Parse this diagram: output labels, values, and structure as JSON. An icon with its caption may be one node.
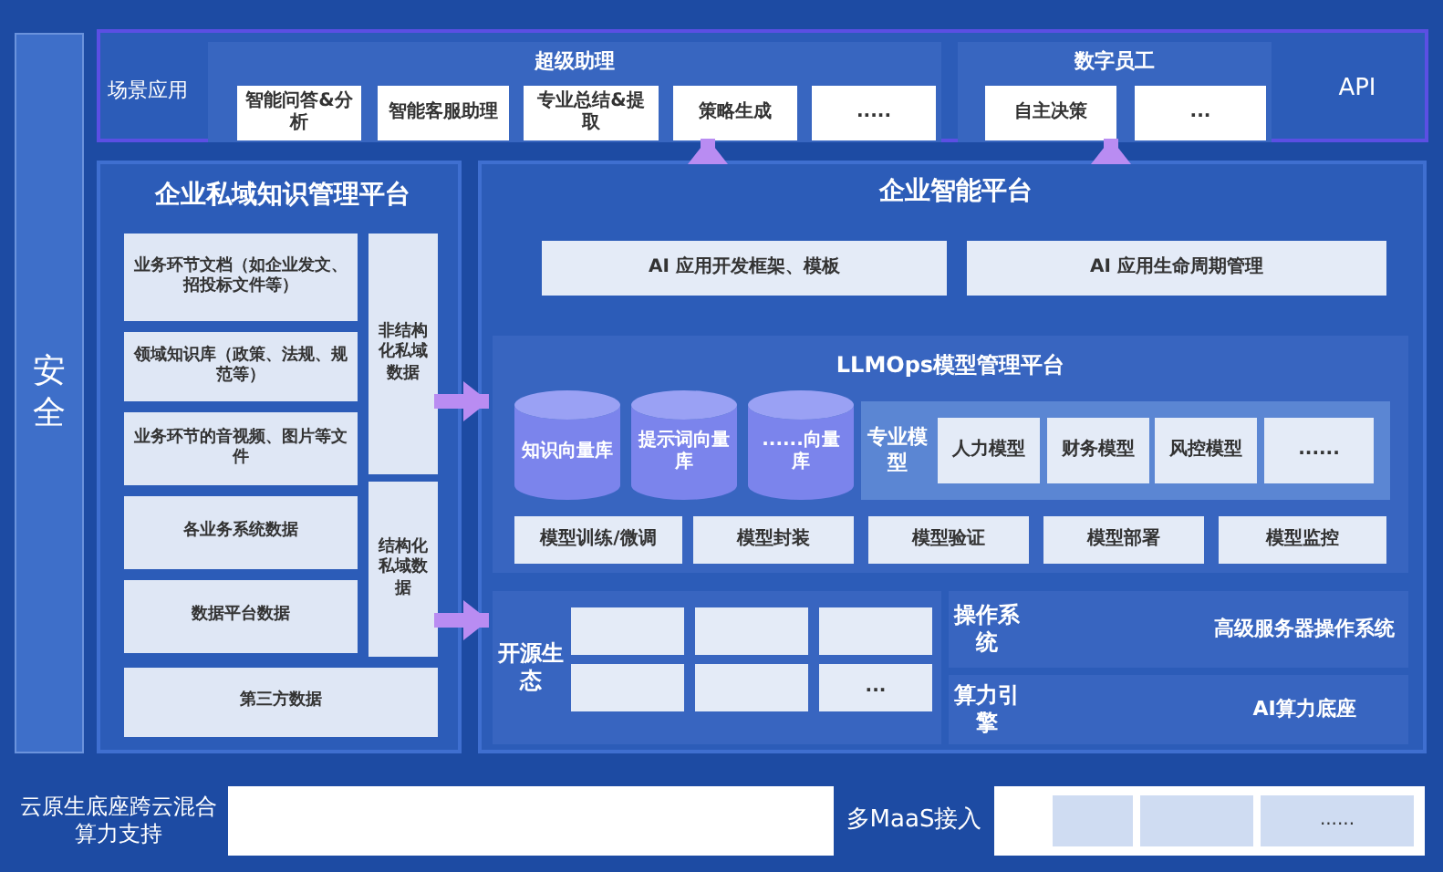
{
  "diagram": {
    "nodes": [
      {
        "text": [
          "安全"
        ]
      },
      {
        "text": [
          "场景应用",
          "API"
        ]
      },
      {
        "text": [
          "超级助理"
        ],
        "in": 1
      },
      {
        "text": [
          "智能问答&分析"
        ],
        "in": 2
      },
      {
        "text": [
          "智能客服助理"
        ],
        "in": 2
      },
      {
        "text": [
          "专业总结&提取"
        ],
        "in": 2
      },
      {
        "text": [
          "策略生成"
        ],
        "in": 2
      },
      {
        "text": [
          "....."
        ],
        "in": 2
      },
      {
        "text": [
          "数字员工"
        ],
        "in": 1
      },
      {
        "text": [
          "自主决策"
        ],
        "in": 8
      },
      {
        "text": [
          "..."
        ],
        "in": 8
      },
      {
        "text": [
          "企业私域知识管理平台"
        ]
      },
      {
        "text": [
          "业务环节文档（如企业发文、招投标文件等）"
        ],
        "in": 11
      },
      {
        "text": [
          "领域知识库（政策、法规、规范等）"
        ],
        "in": 11
      },
      {
        "text": [
          "业务环节的音视频、图片等文件"
        ],
        "in": 11
      },
      {
        "text": [
          "各业务系统数据"
        ],
        "in": 11
      },
      {
        "text": [
          "数据平台数据"
        ],
        "in": 11
      },
      {
        "text": [
          "第三方数据"
        ],
        "in": 11
      },
      {
        "text": [
          "非结构化私域数据"
        ],
        "in": 11
      },
      {
        "text": [
          "结构化私域数据"
        ],
        "in": 11
      },
      {
        "text": [
          "企业智能平台"
        ]
      },
      {
        "text": [
          "AI 应用开发框架、模板"
        ],
        "in": 20
      },
      {
        "text": [
          "AI 应用生命周期管理"
        ],
        "in": 20
      },
      {
        "text": [
          "LLMOps模型管理平台"
        ],
        "in": 20
      },
      {
        "text": [
          "知识向量库"
        ],
        "in": 23
      },
      {
        "text": [
          "提示词向量库"
        ],
        "in": 23
      },
      {
        "text": [
          "......向量库"
        ],
        "in": 23
      },
      {
        "text": [
          "专业模型"
        ],
        "in": 23
      },
      {
        "text": [
          "人力模型"
        ],
        "in": 27
      },
      {
        "text": [
          "财务模型"
        ],
        "in": 27
      },
      {
        "text": [
          "风控模型"
        ],
        "in": 27
      },
      {
        "text": [
          "......"
        ],
        "in": 27
      },
      {
        "text": [
          "模型训练/微调"
        ],
        "in": 23
      },
      {
        "text": [
          "模型封装"
        ],
        "in": 23
      },
      {
        "text": [
          "模型验证"
        ],
        "in": 23
      },
      {
        "text": [
          "模型部署"
        ],
        "in": 23
      },
      {
        "text": [
          "模型监控"
        ],
        "in": 23
      },
      {
        "text": [
          "开源生态"
        ],
        "in": 20
      },
      {
        "text": [],
        "shape": "box",
        "in": 37
      },
      {
        "text": [],
        "shape": "box",
        "in": 37
      },
      {
        "text": [],
        "shape": "box",
        "in": 37
      },
      {
        "text": [],
        "shape": "box",
        "in": 37
      },
      {
        "text": [],
        "shape": "box",
        "in": 37
      },
      {
        "text": [
          "..."
        ],
        "in": 37
      },
      {
        "text": [
          "操作系统",
          "高级服务器操作系统"
        ],
        "in": 20
      },
      {
        "text": [
          "算力引擎",
          "AI算力底座"
        ],
        "in": 20
      },
      {
        "text": [
          "云原生底座跨云混合算力支持",
          "多MaaS接入"
        ]
      },
      {
        "text": [],
        "shape": "box",
        "in": 46
      },
      {
        "text": [],
        "shape": "box",
        "in": 46
      },
      {
        "text": [],
        "shape": "box",
        "in": 48
      },
      {
        "text": [],
        "shape": "box",
        "in": 48
      },
      {
        "text": [
          "......"
        ],
        "in": 48
      }
    ],
    "edges": [
      {
        "from": 18,
        "to": 23,
        "arrow": "to"
      },
      {
        "from": 19,
        "to": 37,
        "arrow": "to"
      },
      {
        "from": 20,
        "to": 2,
        "arrow": "to"
      },
      {
        "from": 20,
        "to": 8,
        "arrow": "to"
      }
    ]
  }
}
